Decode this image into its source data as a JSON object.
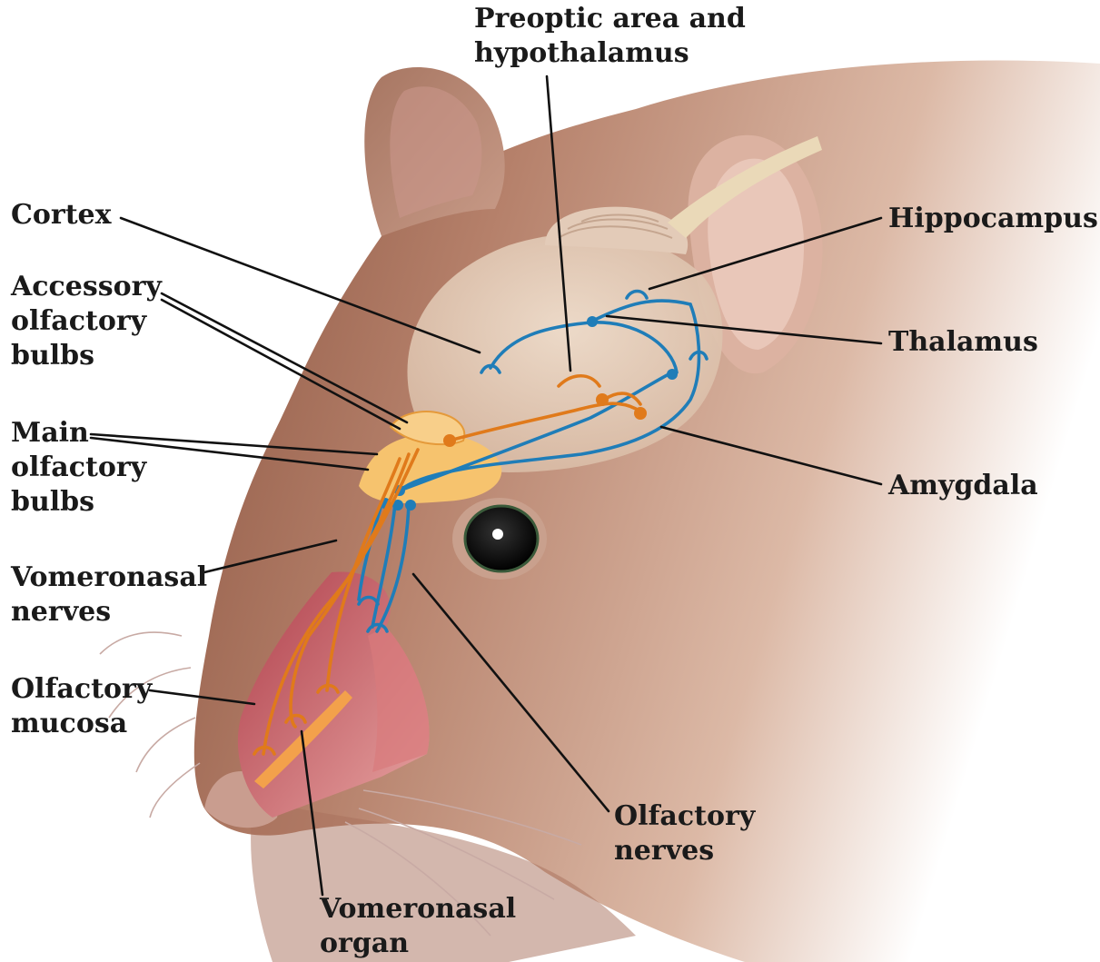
{
  "labels": {
    "preoptic": [
      "Preoptic area and",
      "hypothalamus"
    ],
    "cortex": [
      "Cortex"
    ],
    "hippocampus": [
      "Hippocampus"
    ],
    "accessory_bulbs": [
      "Accessory",
      "olfactory",
      "bulbs"
    ],
    "thalamus": [
      "Thalamus"
    ],
    "main_bulbs": [
      "Main",
      "olfactory",
      "bulbs"
    ],
    "amygdala": [
      "Amygdala"
    ],
    "vomeronasal_nerves": [
      "Vomeronasal",
      "nerves"
    ],
    "olfactory_mucosa": [
      "Olfactory",
      "mucosa"
    ],
    "olfactory_nerves": [
      "Olfactory",
      "nerves"
    ],
    "vomeronasal_organ": [
      "Vomeronasal",
      "organ"
    ]
  },
  "colors": {
    "main_pathway": "#1f7db8",
    "accessory_pathway": "#e07a1b",
    "skin": "#b9856f",
    "brain": "#e8d3c0",
    "bulbs": "#f7c874",
    "mucosa": "#c4525c"
  }
}
